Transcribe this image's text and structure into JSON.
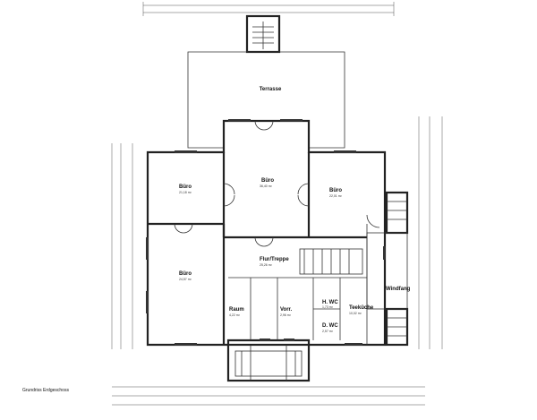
{
  "title": "Grundriss Erdgeschoss",
  "rooms": [
    {
      "name": "Terrasse",
      "area": ""
    },
    {
      "name": "Büro",
      "area": "21,18 m²"
    },
    {
      "name": "Büro",
      "area": "36,40 m²"
    },
    {
      "name": "Büro",
      "area": "22,01 m²"
    },
    {
      "name": "Flur/Treppe",
      "area": "25,26 m²"
    },
    {
      "name": "Büro",
      "area": "24,57 m²"
    },
    {
      "name": "Raum",
      "area": "4,22 m²"
    },
    {
      "name": "Vorr.",
      "area": "2,96 m²"
    },
    {
      "name": "H. WC",
      "area": "1,73 m²"
    },
    {
      "name": "D. WC",
      "area": "2,57 m²"
    },
    {
      "name": "Teeküche",
      "area": "10,02 m²"
    },
    {
      "name": "Windfang",
      "area": ""
    }
  ],
  "colors": {
    "line": "#222222",
    "background": "#ffffff"
  }
}
